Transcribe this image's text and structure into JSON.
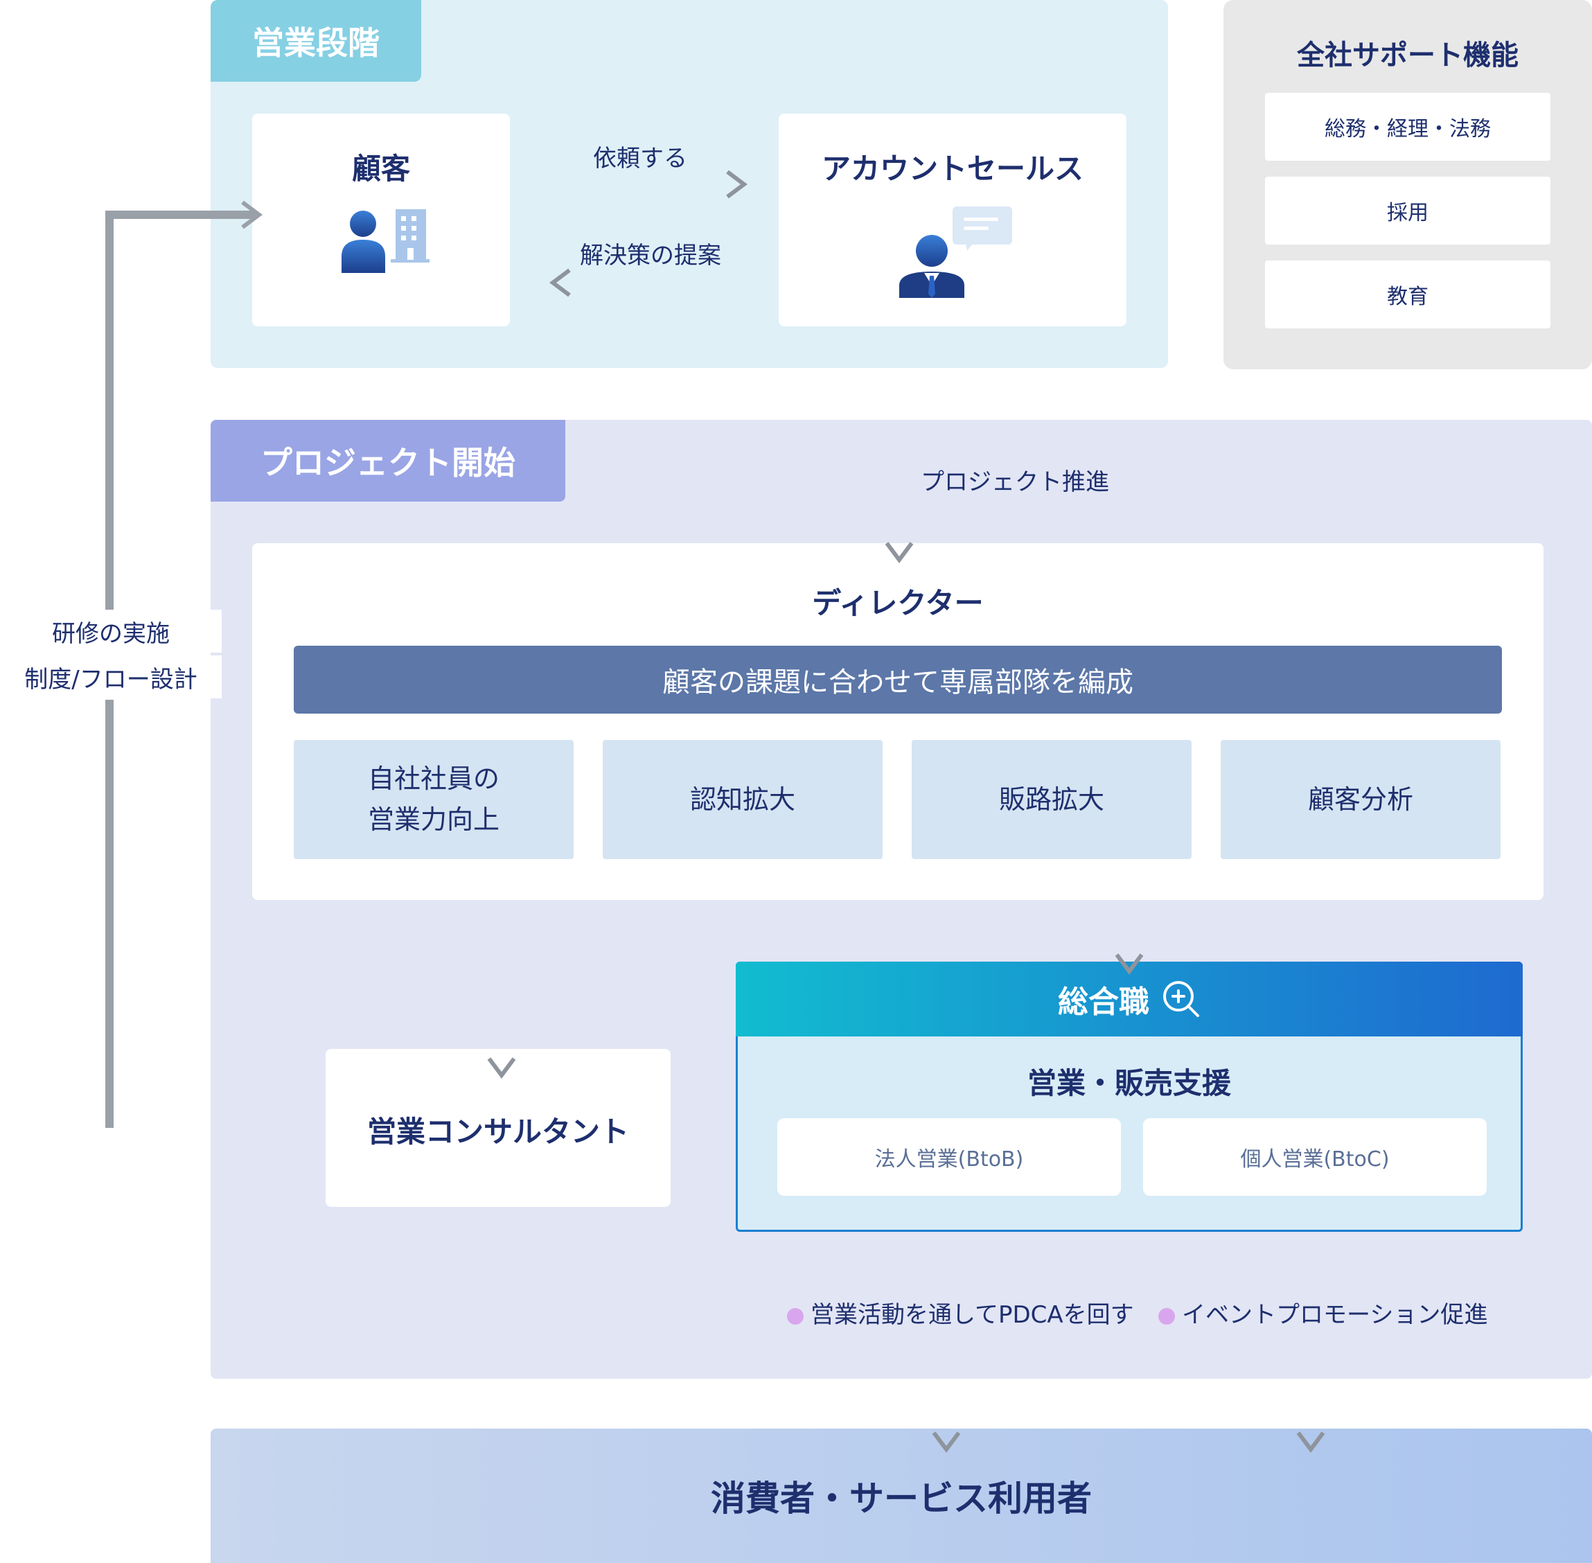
{
  "sales_stage": {
    "tag": "営業段階",
    "customer": {
      "title": "顧客"
    },
    "account_sales": {
      "title": "アカウントセールス"
    },
    "arrow_request": "依頼する",
    "arrow_solution": "解決策の提案"
  },
  "support": {
    "title": "全社サポート機能",
    "items": [
      "総務・経理・法務",
      "採用",
      "教育"
    ]
  },
  "left_loop": {
    "line1": "研修の実施",
    "line2": "制度/フロー設計"
  },
  "project": {
    "tag": "プロジェクト開始",
    "arrow_label": "プロジェクト推進",
    "director": {
      "title": "ディレクター",
      "banner": "顧客の課題に合わせて専属部隊を編成",
      "functions": [
        {
          "line1": "自社社員の",
          "line2": "営業力向上"
        },
        {
          "line1": "認知拡大"
        },
        {
          "line1": "販路拡大"
        },
        {
          "line1": "顧客分析"
        }
      ]
    },
    "consultant": {
      "title": "営業コンサルタント"
    },
    "general": {
      "title": "総合職",
      "subtitle": "営業・販売支援",
      "cards": [
        "法人営業(BtoB)",
        "個人営業(BtoC)"
      ]
    },
    "bullet1": "営業活動を通してPDCAを回す",
    "bullet2": "イベントプロモーション促進"
  },
  "consumer": "消費者・サービス利用者"
}
